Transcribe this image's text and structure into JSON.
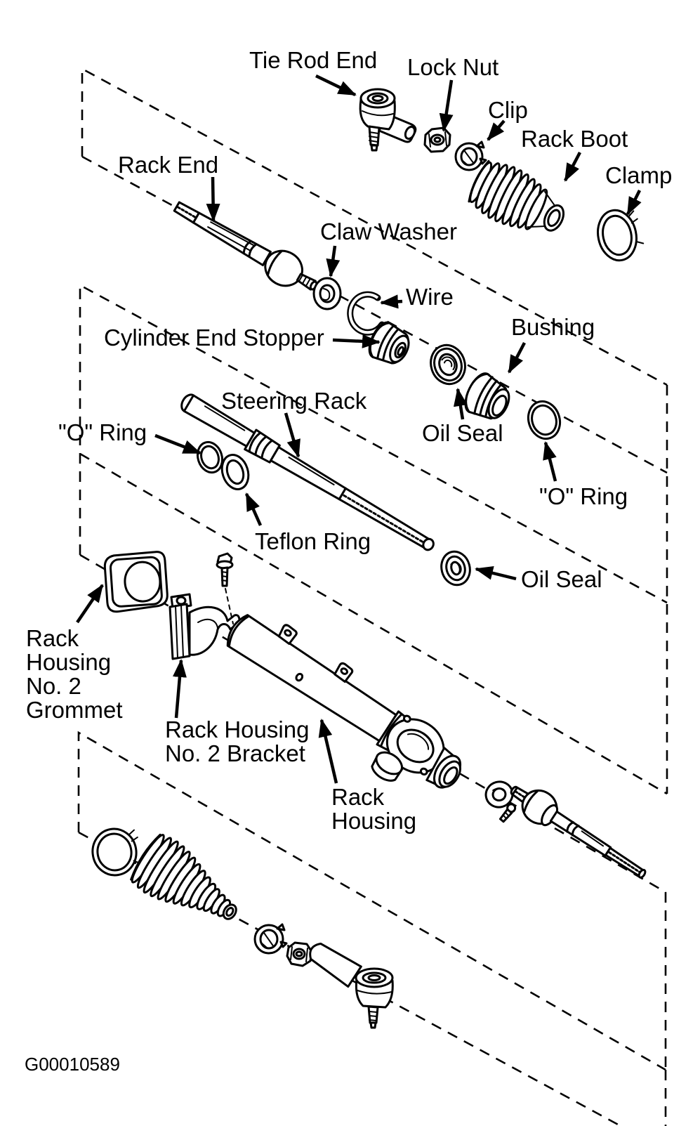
{
  "figure": {
    "code": "G00010589"
  },
  "labels": {
    "tie_rod_end": "Tie Rod End",
    "lock_nut": "Lock Nut",
    "clip": "Clip",
    "rack_boot": "Rack Boot",
    "clamp": "Clamp",
    "rack_end": "Rack End",
    "claw_washer": "Claw Washer",
    "wire": "Wire",
    "cylinder_end_stopper": "Cylinder End Stopper",
    "bushing": "Bushing",
    "oil_seal_upper": "Oil Seal",
    "o_ring_left": "\"O\" Ring",
    "o_ring_right": "\"O\" Ring",
    "steering_rack": "Steering Rack",
    "teflon_ring": "Teflon Ring",
    "oil_seal_lower": "Oil Seal",
    "rack_housing_no2_grommet_lines": [
      "Rack",
      "Housing",
      "No. 2",
      "Grommet"
    ],
    "rack_housing_no2_bracket_lines": [
      "Rack Housing",
      "No. 2 Bracket"
    ],
    "rack_housing_lines": [
      "Rack",
      "Housing"
    ]
  },
  "colors": {
    "ink": "#000000",
    "paper": "#ffffff"
  }
}
